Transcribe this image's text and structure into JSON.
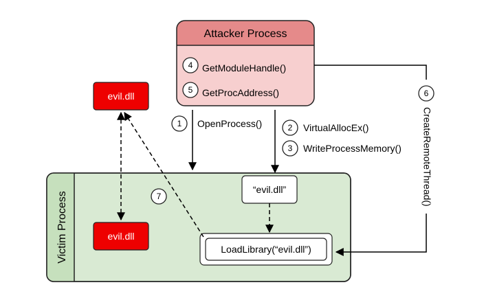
{
  "attacker": {
    "title": "Attacker Process",
    "call_get_module_handle": "GetModuleHandle()",
    "call_get_proc_address": "GetProcAddress()"
  },
  "victim": {
    "title": "Victim Process",
    "dll_string": "“evil.dll”",
    "load_library": "LoadLibrary(“evil.dll”)",
    "dll_block": "evil.dll"
  },
  "disk_dll": "evil.dll",
  "calls": {
    "open_process": "OpenProcess()",
    "virtual_alloc": "VirtualAllocEx()",
    "write_memory": "WriteProcessMemory()",
    "create_remote_thread": "CreateRemoteThread()"
  },
  "steps": {
    "s1": "1",
    "s2": "2",
    "s3": "3",
    "s4": "4",
    "s5": "5",
    "s6": "6",
    "s7": "7"
  },
  "colors": {
    "attacker_header": "#e58a8a",
    "attacker_body": "#f7cfcf",
    "victim_fill": "#d9ead3",
    "victim_sidebar": "#c6e0bd",
    "dll_red": "#ee0000",
    "stroke": "#222222"
  }
}
